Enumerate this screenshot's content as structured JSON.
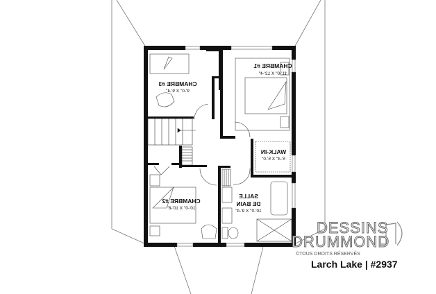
{
  "rooms": {
    "chambre1": {
      "name": "CHAMBRE #1",
      "size": "11'-0\" X 12'-4\""
    },
    "chambre3": {
      "name": "CHAMBRE #3",
      "size": "9'-0\" X 9'-4\""
    },
    "walkin": {
      "name": "WALK-IN",
      "size": "5'-4\" X 5'-0\""
    },
    "chambre2": {
      "name": "CHAMBRE #2",
      "size": "10'-0\" X 10'-8\""
    },
    "bain": {
      "name1": "SALLE",
      "name2": "DE BAIN",
      "size": "10'-0\" X 9'-4\""
    }
  },
  "logo": {
    "line1": "DESSINS",
    "line2": "DRUMMOND",
    "rights": "©TOUS DROITS RÉSERVÉS"
  },
  "title": "Larch Lake | #2937"
}
